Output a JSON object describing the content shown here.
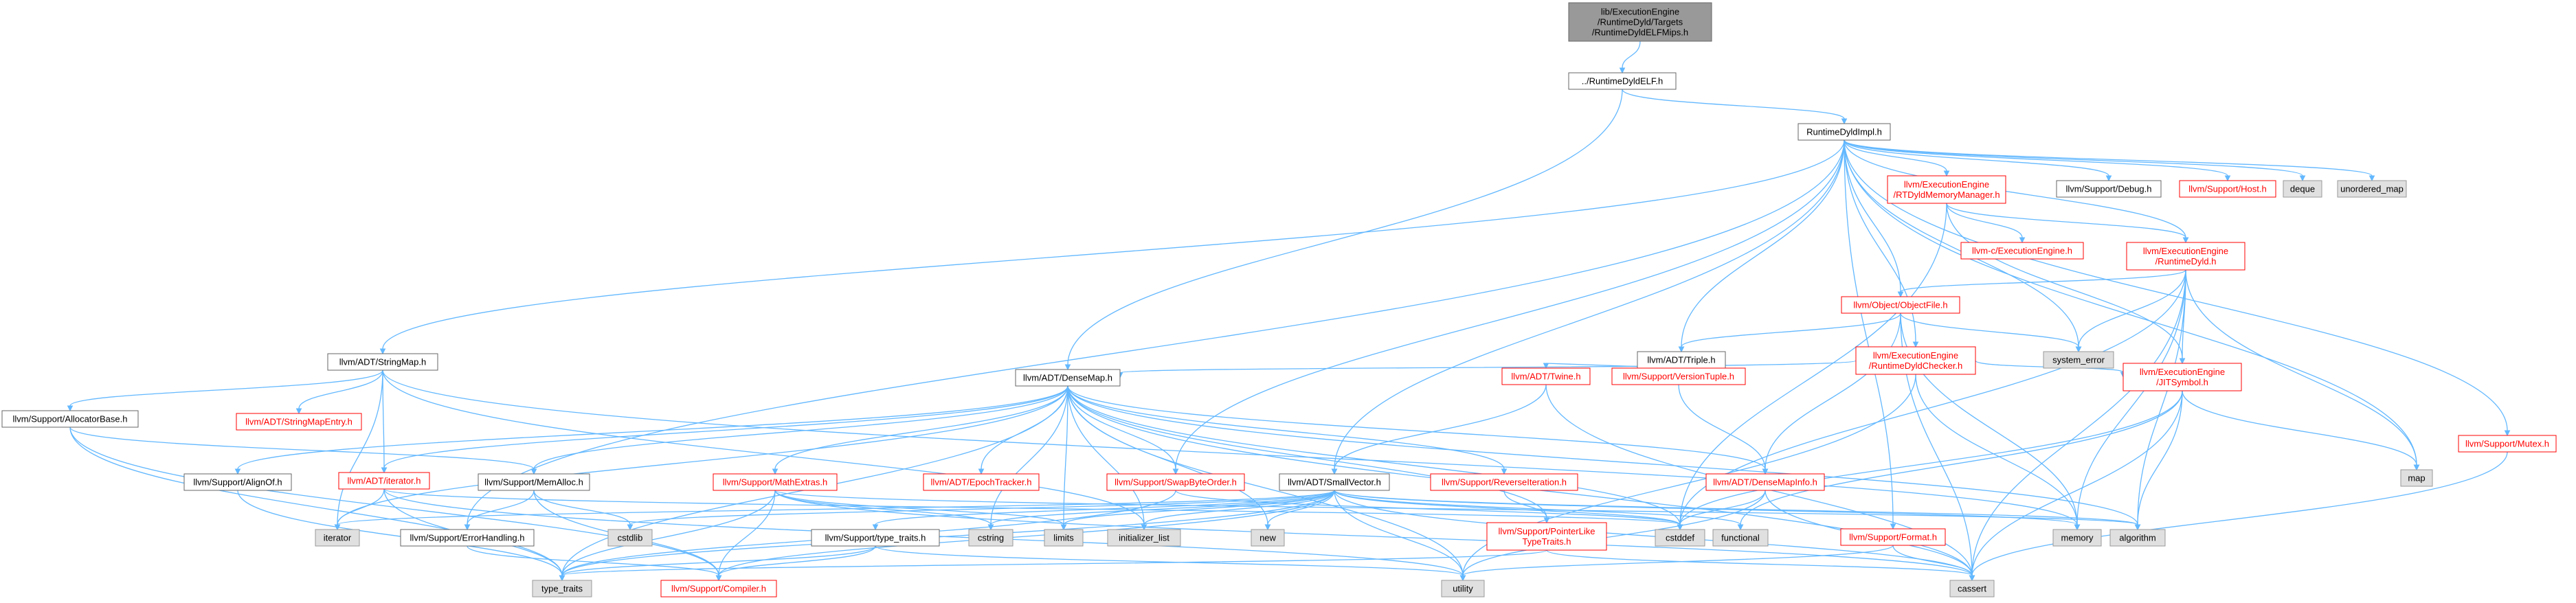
{
  "colors": {
    "edge": "#63b8ff",
    "root_fill": "#999999",
    "normal_fill": "#ffffff",
    "normal_border": "#666666",
    "red_border": "#ff0000",
    "red_text": "#ff0000",
    "system_fill": "#e0e0e0",
    "system_border": "#999999",
    "text": "#000000"
  },
  "nodes": [
    {
      "id": "root",
      "lines": [
        "lib/ExecutionEngine",
        "/RuntimeDyld/Targets",
        "/RuntimeDyldELFMips.h"
      ],
      "kind": "root"
    },
    {
      "id": "rtdyld_elf",
      "lines": [
        "../RuntimeDyldELF.h"
      ],
      "kind": "normal"
    },
    {
      "id": "rtdyld_impl",
      "lines": [
        "RuntimeDyldImpl.h"
      ],
      "kind": "normal"
    },
    {
      "id": "stringmap",
      "lines": [
        "llvm/ADT/StringMap.h"
      ],
      "kind": "normal"
    },
    {
      "id": "densemap",
      "lines": [
        "llvm/ADT/DenseMap.h"
      ],
      "kind": "normal"
    },
    {
      "id": "rtdyld_memmgr",
      "lines": [
        "llvm/ExecutionEngine",
        "/RTDyldMemoryManager.h"
      ],
      "kind": "red"
    },
    {
      "id": "ee_rtdyld",
      "lines": [
        "llvm/ExecutionEngine",
        "/RuntimeDyld.h"
      ],
      "kind": "red"
    },
    {
      "id": "c_ee",
      "lines": [
        "llvm-c/ExecutionEngine.h"
      ],
      "kind": "red"
    },
    {
      "id": "debug",
      "lines": [
        "llvm/Support/Debug.h"
      ],
      "kind": "normal"
    },
    {
      "id": "host",
      "lines": [
        "llvm/Support/Host.h"
      ],
      "kind": "red"
    },
    {
      "id": "deque",
      "lines": [
        "deque"
      ],
      "kind": "system"
    },
    {
      "id": "unordered_map",
      "lines": [
        "unordered_map"
      ],
      "kind": "system"
    },
    {
      "id": "mutex",
      "lines": [
        "llvm/Support/Mutex.h"
      ],
      "kind": "red"
    },
    {
      "id": "objectfile",
      "lines": [
        "llvm/Object/ObjectFile.h"
      ],
      "kind": "red"
    },
    {
      "id": "system_error",
      "lines": [
        "system_error"
      ],
      "kind": "system"
    },
    {
      "id": "triple",
      "lines": [
        "llvm/ADT/Triple.h"
      ],
      "kind": "normal"
    },
    {
      "id": "rtdyld_checker",
      "lines": [
        "llvm/ExecutionEngine",
        "/RuntimeDyldChecker.h"
      ],
      "kind": "red"
    },
    {
      "id": "jitsymbol",
      "lines": [
        "llvm/ExecutionEngine",
        "/JITSymbol.h"
      ],
      "kind": "red"
    },
    {
      "id": "allocatorbase",
      "lines": [
        "llvm/Support/AllocatorBase.h"
      ],
      "kind": "normal"
    },
    {
      "id": "stringmapentry",
      "lines": [
        "llvm/ADT/StringMapEntry.h"
      ],
      "kind": "red"
    },
    {
      "id": "twine",
      "lines": [
        "llvm/ADT/Twine.h"
      ],
      "kind": "red"
    },
    {
      "id": "versiontuple",
      "lines": [
        "llvm/Support/VersionTuple.h"
      ],
      "kind": "red"
    },
    {
      "id": "map",
      "lines": [
        "map"
      ],
      "kind": "system"
    },
    {
      "id": "alignof",
      "lines": [
        "llvm/Support/AlignOf.h"
      ],
      "kind": "normal"
    },
    {
      "id": "adt_iterator",
      "lines": [
        "llvm/ADT/iterator.h"
      ],
      "kind": "red"
    },
    {
      "id": "memalloc",
      "lines": [
        "llvm/Support/MemAlloc.h"
      ],
      "kind": "normal"
    },
    {
      "id": "mathextras",
      "lines": [
        "llvm/Support/MathExtras.h"
      ],
      "kind": "red"
    },
    {
      "id": "epochtracker",
      "lines": [
        "llvm/ADT/EpochTracker.h"
      ],
      "kind": "red"
    },
    {
      "id": "swapbyteorder",
      "lines": [
        "llvm/Support/SwapByteOrder.h"
      ],
      "kind": "red"
    },
    {
      "id": "smallvector",
      "lines": [
        "llvm/ADT/SmallVector.h"
      ],
      "kind": "normal"
    },
    {
      "id": "reverseiteration",
      "lines": [
        "llvm/Support/ReverseIteration.h"
      ],
      "kind": "red"
    },
    {
      "id": "densemapinfo",
      "lines": [
        "llvm/ADT/DenseMapInfo.h"
      ],
      "kind": "red"
    },
    {
      "id": "iterator",
      "lines": [
        "iterator"
      ],
      "kind": "system"
    },
    {
      "id": "errorhandling",
      "lines": [
        "llvm/Support/ErrorHandling.h"
      ],
      "kind": "normal"
    },
    {
      "id": "cstdlib",
      "lines": [
        "cstdlib"
      ],
      "kind": "system"
    },
    {
      "id": "cstring",
      "lines": [
        "cstring"
      ],
      "kind": "system"
    },
    {
      "id": "limits",
      "lines": [
        "limits"
      ],
      "kind": "system"
    },
    {
      "id": "initializer_list",
      "lines": [
        "initializer_list"
      ],
      "kind": "system"
    },
    {
      "id": "new",
      "lines": [
        "new"
      ],
      "kind": "system"
    },
    {
      "id": "type_traits_h",
      "lines": [
        "llvm/Support/type_traits.h"
      ],
      "kind": "normal"
    },
    {
      "id": "cstddef",
      "lines": [
        "cstddef"
      ],
      "kind": "system"
    },
    {
      "id": "pointerlike",
      "lines": [
        "llvm/Support/PointerLike",
        "TypeTraits.h"
      ],
      "kind": "red"
    },
    {
      "id": "functional",
      "lines": [
        "functional"
      ],
      "kind": "system"
    },
    {
      "id": "format",
      "lines": [
        "llvm/Support/Format.h"
      ],
      "kind": "red"
    },
    {
      "id": "memory",
      "lines": [
        "memory"
      ],
      "kind": "system"
    },
    {
      "id": "algorithm",
      "lines": [
        "algorithm"
      ],
      "kind": "system"
    },
    {
      "id": "type_traits",
      "lines": [
        "type_traits"
      ],
      "kind": "system"
    },
    {
      "id": "compiler",
      "lines": [
        "llvm/Support/Compiler.h"
      ],
      "kind": "red"
    },
    {
      "id": "utility",
      "lines": [
        "utility"
      ],
      "kind": "system"
    },
    {
      "id": "cassert",
      "lines": [
        "cassert"
      ],
      "kind": "system"
    }
  ],
  "edges": [
    [
      "root",
      "rtdyld_elf"
    ],
    [
      "rtdyld_elf",
      "rtdyld_impl"
    ],
    [
      "rtdyld_elf",
      "densemap"
    ],
    [
      "rtdyld_impl",
      "stringmap"
    ],
    [
      "rtdyld_impl",
      "rtdyld_memmgr"
    ],
    [
      "rtdyld_impl",
      "ee_rtdyld"
    ],
    [
      "rtdyld_impl",
      "debug"
    ],
    [
      "rtdyld_impl",
      "host"
    ],
    [
      "rtdyld_impl",
      "deque"
    ],
    [
      "rtdyld_impl",
      "unordered_map"
    ],
    [
      "rtdyld_impl",
      "mutex"
    ],
    [
      "rtdyld_impl",
      "objectfile"
    ],
    [
      "rtdyld_impl",
      "system_error"
    ],
    [
      "rtdyld_impl",
      "triple"
    ],
    [
      "rtdyld_impl",
      "rtdyld_checker"
    ],
    [
      "rtdyld_impl",
      "map"
    ],
    [
      "rtdyld_impl",
      "errorhandling"
    ],
    [
      "rtdyld_impl",
      "swapbyteorder"
    ],
    [
      "rtdyld_impl",
      "smallvector"
    ],
    [
      "rtdyld_impl",
      "format"
    ],
    [
      "rtdyld_memmgr",
      "c_ee"
    ],
    [
      "rtdyld_memmgr",
      "ee_rtdyld"
    ],
    [
      "rtdyld_memmgr",
      "jitsymbol"
    ],
    [
      "rtdyld_memmgr",
      "cstddef"
    ],
    [
      "ee_rtdyld",
      "objectfile"
    ],
    [
      "ee_rtdyld",
      "jitsymbol"
    ],
    [
      "ee_rtdyld",
      "system_error"
    ],
    [
      "ee_rtdyld",
      "map"
    ],
    [
      "ee_rtdyld",
      "memory"
    ],
    [
      "ee_rtdyld",
      "algorithm"
    ],
    [
      "ee_rtdyld",
      "cassert"
    ],
    [
      "ee_rtdyld",
      "cstddef"
    ],
    [
      "objectfile",
      "triple"
    ],
    [
      "objectfile",
      "densemapinfo"
    ],
    [
      "objectfile",
      "system_error"
    ],
    [
      "objectfile",
      "memory"
    ],
    [
      "objectfile",
      "cassert"
    ],
    [
      "rtdyld_checker",
      "densemap"
    ],
    [
      "rtdyld_checker",
      "jitsymbol"
    ],
    [
      "rtdyld_checker",
      "memory"
    ],
    [
      "rtdyld_checker",
      "utility"
    ],
    [
      "triple",
      "twine"
    ],
    [
      "triple",
      "versiontuple"
    ],
    [
      "jitsymbol",
      "map"
    ],
    [
      "jitsymbol",
      "algorithm"
    ],
    [
      "jitsymbol",
      "cassert"
    ],
    [
      "jitsymbol",
      "cstddef"
    ],
    [
      "jitsymbol",
      "functional"
    ],
    [
      "mutex",
      "cassert"
    ],
    [
      "stringmap",
      "allocatorbase"
    ],
    [
      "stringmap",
      "stringmapentry"
    ],
    [
      "stringmap",
      "adt_iterator"
    ],
    [
      "stringmap",
      "iterator"
    ],
    [
      "stringmap",
      "initializer_list"
    ],
    [
      "stringmap",
      "memory"
    ],
    [
      "allocatorbase",
      "memalloc"
    ],
    [
      "allocatorbase",
      "compiler"
    ],
    [
      "allocatorbase",
      "type_traits"
    ],
    [
      "densemap",
      "alignof"
    ],
    [
      "densemap",
      "adt_iterator"
    ],
    [
      "densemap",
      "memalloc"
    ],
    [
      "densemap",
      "mathextras"
    ],
    [
      "densemap",
      "epochtracker"
    ],
    [
      "densemap",
      "swapbyteorder"
    ],
    [
      "densemap",
      "reverseiteration"
    ],
    [
      "densemap",
      "densemapinfo"
    ],
    [
      "densemap",
      "iterator"
    ],
    [
      "densemap",
      "cstring"
    ],
    [
      "densemap",
      "limits"
    ],
    [
      "densemap",
      "initializer_list"
    ],
    [
      "densemap",
      "new"
    ],
    [
      "densemap",
      "type_traits"
    ],
    [
      "densemap",
      "utility"
    ],
    [
      "densemap",
      "cstddef"
    ],
    [
      "densemap",
      "algorithm"
    ],
    [
      "densemap",
      "cassert"
    ],
    [
      "densemap",
      "pointerlike"
    ],
    [
      "twine",
      "smallvector"
    ],
    [
      "twine",
      "cassert"
    ],
    [
      "twine",
      "cstdint_placeholder_skip"
    ],
    [
      "versiontuple",
      "densemapinfo"
    ],
    [
      "alignof",
      "type_traits"
    ],
    [
      "adt_iterator",
      "iterator"
    ],
    [
      "adt_iterator",
      "type_traits"
    ],
    [
      "adt_iterator",
      "utility"
    ],
    [
      "adt_iterator",
      "cstddef"
    ],
    [
      "memalloc",
      "errorhandling"
    ],
    [
      "memalloc",
      "compiler"
    ],
    [
      "memalloc",
      "cstdlib"
    ],
    [
      "mathextras",
      "compiler"
    ],
    [
      "mathextras",
      "cstring"
    ],
    [
      "mathextras",
      "limits"
    ],
    [
      "mathextras",
      "type_traits"
    ],
    [
      "mathextras",
      "algorithm"
    ],
    [
      "mathextras",
      "cassert"
    ],
    [
      "swapbyteorder",
      "cstddef"
    ],
    [
      "swapbyteorder",
      "type_traits"
    ],
    [
      "smallvector",
      "compiler"
    ],
    [
      "smallvector",
      "type_traits_h"
    ],
    [
      "smallvector",
      "algorithm"
    ],
    [
      "smallvector",
      "cassert"
    ],
    [
      "smallvector",
      "cstddef"
    ],
    [
      "smallvector",
      "cstdlib"
    ],
    [
      "smallvector",
      "cstring"
    ],
    [
      "smallvector",
      "functional"
    ],
    [
      "smallvector",
      "initializer_list"
    ],
    [
      "smallvector",
      "iterator"
    ],
    [
      "smallvector",
      "limits"
    ],
    [
      "smallvector",
      "memory"
    ],
    [
      "smallvector",
      "new"
    ],
    [
      "smallvector",
      "type_traits"
    ],
    [
      "smallvector",
      "utility"
    ],
    [
      "reverseiteration",
      "pointerlike"
    ],
    [
      "densemapinfo",
      "cassert"
    ],
    [
      "densemapinfo",
      "cstddef"
    ],
    [
      "densemapinfo",
      "utility"
    ],
    [
      "errorhandling",
      "compiler"
    ],
    [
      "type_traits_h",
      "compiler"
    ],
    [
      "type_traits_h",
      "type_traits"
    ],
    [
      "type_traits_h",
      "utility"
    ],
    [
      "pointerlike",
      "cassert"
    ],
    [
      "pointerlike",
      "type_traits"
    ],
    [
      "format",
      "cassert"
    ],
    [
      "format",
      "utility"
    ]
  ]
}
